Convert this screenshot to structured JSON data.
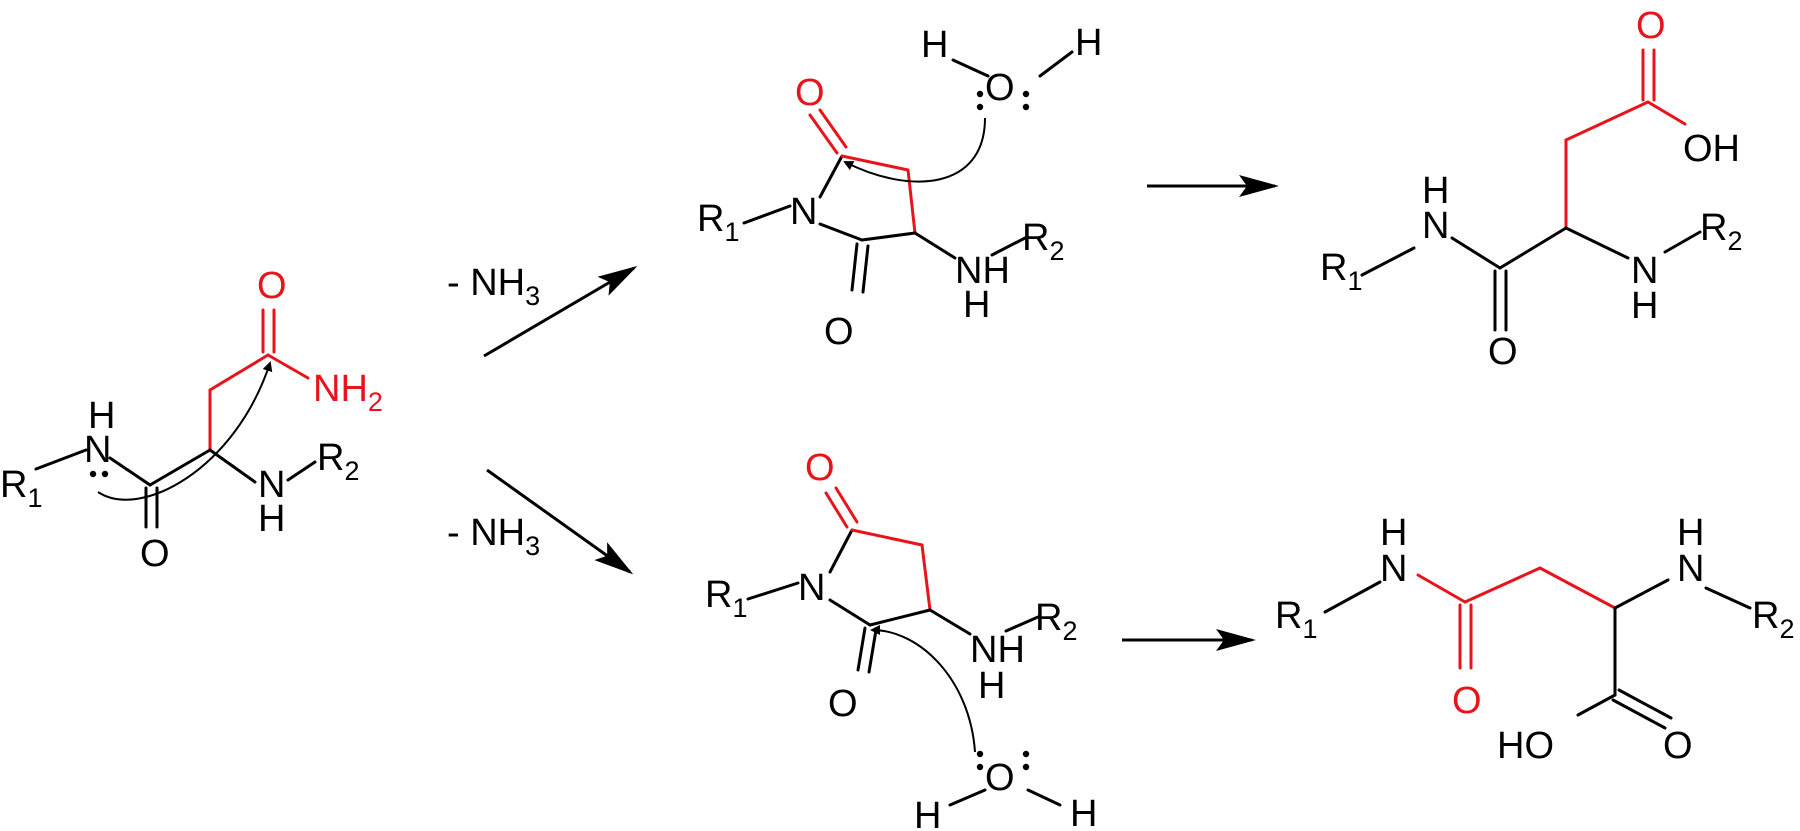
{
  "colors": {
    "highlight": "#e8141b",
    "default": "#000000",
    "background": "#ffffff"
  },
  "atoms": {
    "O": "O",
    "H": "H",
    "N": "N",
    "NH": "NH",
    "NH2": "NH",
    "NH2_sub": "2",
    "OH": "OH",
    "HO": "HO",
    "R": "R",
    "R1_sub": "1",
    "R2_sub": "2"
  },
  "reagents": {
    "loss_top": "- NH",
    "loss_top_sub": "3",
    "loss_bottom": "- NH",
    "loss_bottom_sub": "3"
  }
}
